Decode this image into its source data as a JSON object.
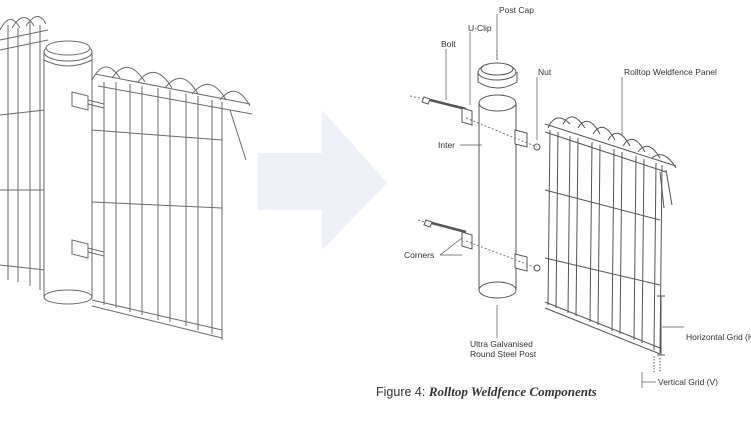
{
  "labels": {
    "post_cap": "Post Cap",
    "u_clip": "U-Clip",
    "bolt": "Bolt",
    "nut": "Nut",
    "panel": "Rolltop Weldfence Panel",
    "inter": "Inter",
    "corners": "Corners",
    "post_line1": "Ultra Galvanised",
    "post_line2": "Round Steel Post",
    "horizontal_grid": "Horizontal Grid (H)",
    "vertical_grid": "Vertical Grid (V)"
  },
  "caption": {
    "prefix": "Figure 4:",
    "title": "Rolltop Weldfence Components"
  },
  "colors": {
    "line": "#555555",
    "arrow": "#eef0f8",
    "text": "#333333"
  }
}
